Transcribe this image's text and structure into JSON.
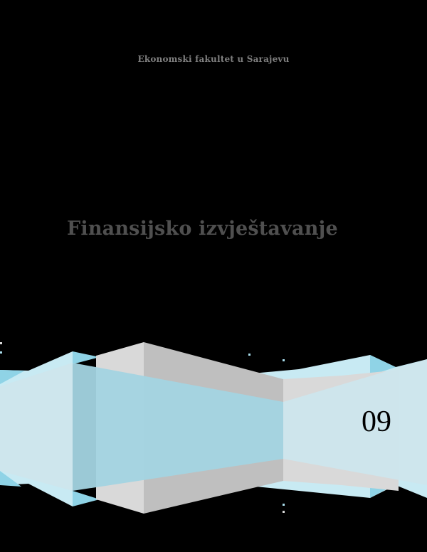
{
  "cover": {
    "institution": "Ekonomski fakultet u Sarajevu",
    "title": "Finansijsko izvještavanje",
    "number": "09"
  },
  "colors": {
    "background": "#000000",
    "institution_text": "#7f7f7f",
    "title_text": "#4f4f4f",
    "gray_light": "#d9d9d9",
    "gray_dark": "#bfbfbf",
    "cyan_light": "#c8eaf3",
    "cyan_mid": "#8fd3e6",
    "panel_light": "#cde5ec",
    "panel_blue": "#a3d4e1",
    "number_text": "#000000"
  }
}
